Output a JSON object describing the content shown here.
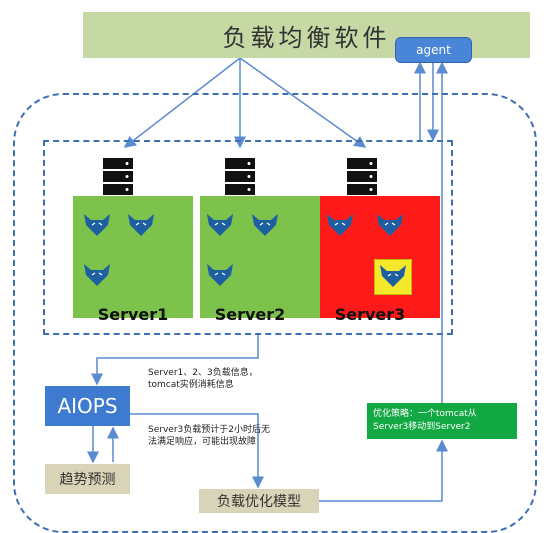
{
  "diagram": {
    "banner_title": "负载均衡软件",
    "agent_label": "agent",
    "servers": [
      {
        "label": "Server1",
        "color": "#7dc24a",
        "status": "normal"
      },
      {
        "label": "Server2",
        "color": "#7dc24a",
        "status": "normal"
      },
      {
        "label": "Server3",
        "color": "#ff1a1a",
        "status": "fault-predicted"
      }
    ],
    "note_info": "Server1、2、3负载信息，tomcat实例消耗信息",
    "aiops_label": "AIOPS",
    "note_prediction": "Server3负载预计于2小时后无法满足响应，可能出现故障",
    "trend_label": "趋势预测",
    "model_label": "负载优化模型",
    "strategy_text": "优化策略：一个tomcat从Server3移动到Server2",
    "colors": {
      "banner": "#c6d9a4",
      "accent_blue": "#3e7bd0",
      "strategy_green": "#12a844",
      "highlight_yellow": "#f3e82a"
    }
  }
}
